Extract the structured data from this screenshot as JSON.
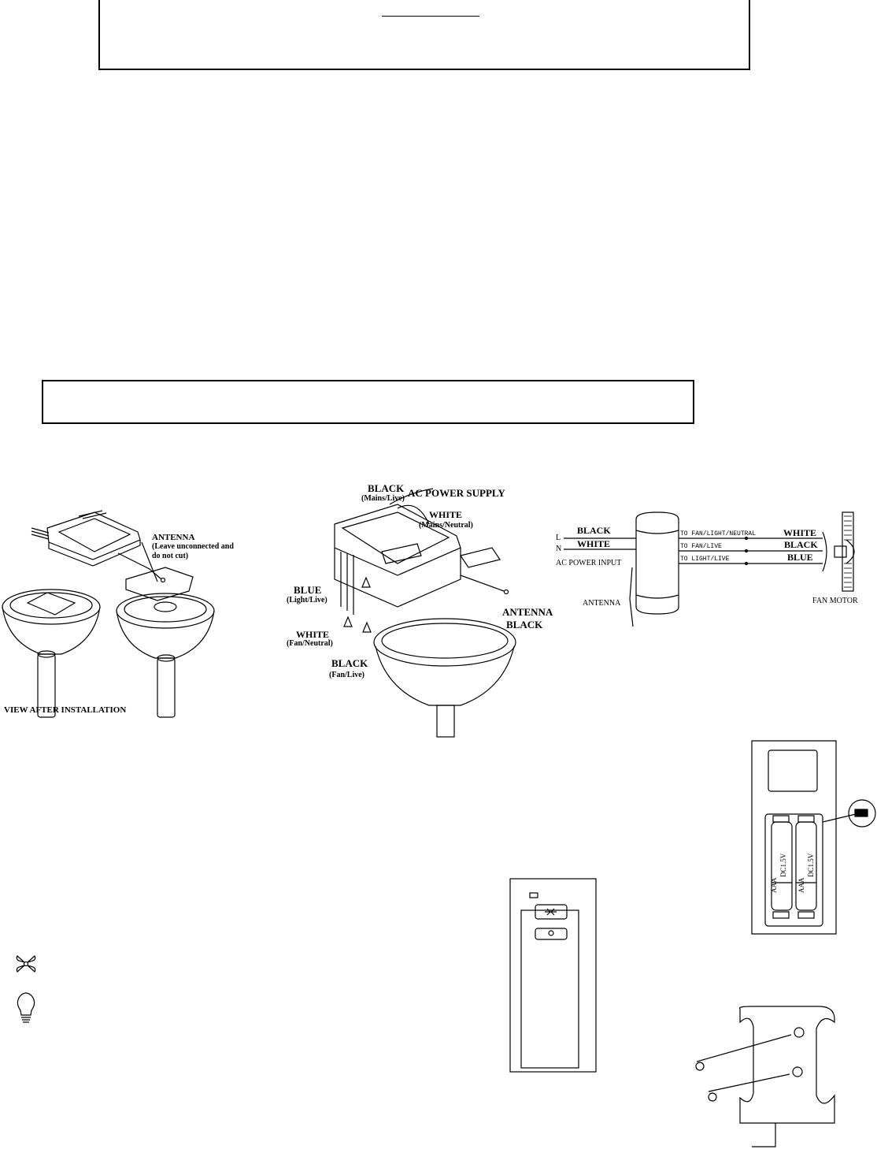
{
  "fig1": {
    "antenna_title": "ANTENNA",
    "antenna_note_1": "(Leave unconnected and",
    "antenna_note_2": "do not cut)",
    "view_label": "VIEW AFTER INSTALLATION"
  },
  "fig2": {
    "black_mains": "BLACK",
    "black_mains_sub": "(Mains/Live)",
    "ac_supply": "AC POWER SUPPLY",
    "white_mains": "WHITE",
    "white_mains_sub": "(Mains/Neutral)",
    "blue": "BLUE",
    "blue_sub": "(Light/Live)",
    "white_fan": "WHITE",
    "white_fan_sub": "(Fan/Neutral)",
    "black_fan": "BLACK",
    "black_fan_sub": "(Fan/Live)",
    "antenna": "ANTENNA",
    "antenna_color": "BLACK"
  },
  "fig3": {
    "L": "L",
    "N": "N",
    "black": "BLACK",
    "white": "WHITE",
    "ac_input": "AC POWER INPUT",
    "antenna": "ANTENNA",
    "out1": "TO FAN/LIGHT/NEUTRAL",
    "out2": "TO FAN/LIVE",
    "out3": "TO LIGHT/LIVE",
    "out1_color": "WHITE",
    "out2_color": "BLACK",
    "out3_color": "BLUE",
    "fan_motor": "FAN MOTOR"
  },
  "battery": {
    "cell1_a": "AAA",
    "cell1_b": "DC1.5V",
    "cell2_a": "AAA",
    "cell2_b": "DC1.5V"
  }
}
